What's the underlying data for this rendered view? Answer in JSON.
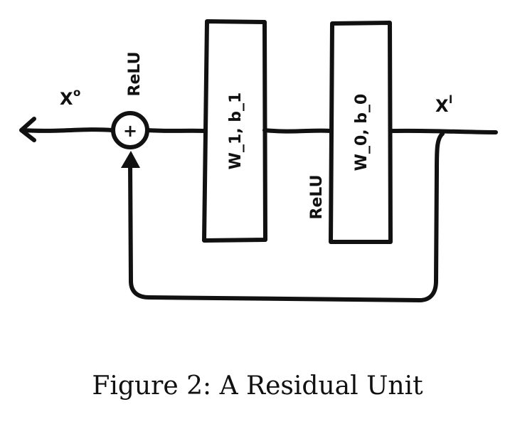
{
  "diagram": {
    "input_label_base": "X",
    "input_label_sup": "l",
    "output_label_base": "X",
    "output_label_sup": "o",
    "sum_symbol": "+",
    "activation_top": "ReLU",
    "activation_middle": "ReLU",
    "layer_1_label": "W_1, b_1",
    "layer_0_label": "W_0, b_0"
  },
  "caption": "Figure 2: A Residual Unit"
}
